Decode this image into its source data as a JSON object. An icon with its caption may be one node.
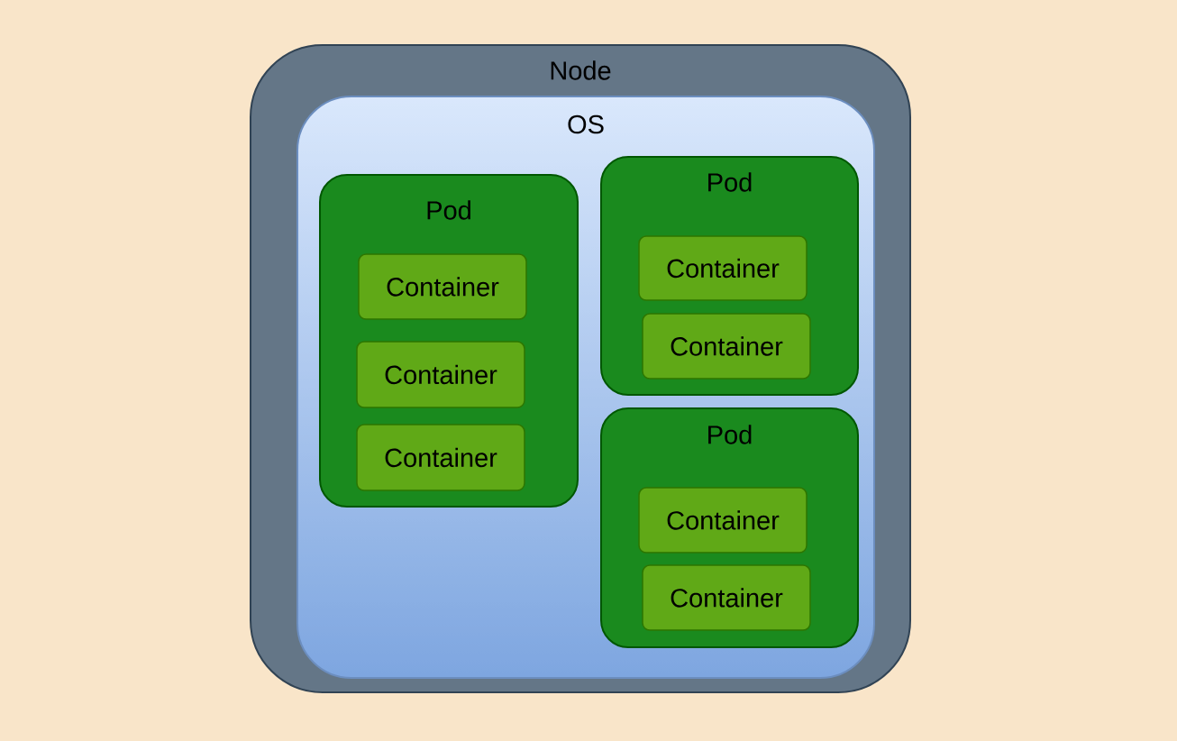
{
  "diagram": {
    "nodes": [
      {
        "text": [
          "Node"
        ]
      },
      {
        "text": [
          "OS"
        ],
        "in": 0
      },
      {
        "text": [
          "Pod"
        ],
        "in": 1
      },
      {
        "text": [
          "Container"
        ],
        "in": 2
      },
      {
        "text": [
          "Container"
        ],
        "in": 2
      },
      {
        "text": [
          "Container"
        ],
        "in": 2
      },
      {
        "text": [
          "Pod"
        ],
        "in": 1
      },
      {
        "text": [
          "Container"
        ],
        "in": 6
      },
      {
        "text": [
          "Container"
        ],
        "in": 6
      },
      {
        "text": [
          "Pod"
        ],
        "in": 1
      },
      {
        "text": [
          "Container"
        ],
        "in": 9
      },
      {
        "text": [
          "Container"
        ],
        "in": 9
      }
    ],
    "edges": []
  }
}
